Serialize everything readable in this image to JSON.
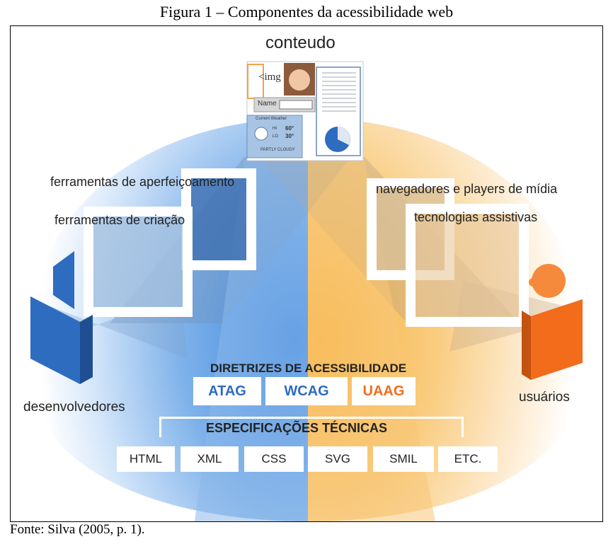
{
  "caption": "Figura 1 – Componentes da acessibilidade web",
  "source": "Fonte: Silva (2005, p. 1).",
  "diagram": {
    "content_label": "conteudo",
    "content_items": {
      "img_tag": "<img",
      "name_field": "Name",
      "weather_title": "Current Weather",
      "weather_temp_high": "60°",
      "weather_temp_low": "30°",
      "weather_hi_label": "HI",
      "weather_lo_label": "LO",
      "weather_condition": "PARTLY CLOUDY"
    },
    "left_tools": [
      "ferramentas de aperfeiçoamento",
      "ferramentas de criação"
    ],
    "right_tools": [
      "navegadores e players de mídia",
      "tecnologias assistivas"
    ],
    "developers_label": "desenvolvedores",
    "users_label": "usuários",
    "guidelines_title": "DIRETRIZES DE ACESSIBILIDADE",
    "guidelines": [
      "ATAG",
      "WCAG",
      "UAAG"
    ],
    "specs_title": "ESPECIFICAÇÕES TÉCNICAS",
    "specs": [
      "HTML",
      "XML",
      "CSS",
      "SVG",
      "SMIL",
      "ETC."
    ],
    "colors": {
      "blue": "#2e6cbf",
      "orange": "#f26c1c",
      "blue_light": "#a9cbf0",
      "orange_light": "#f8c978"
    }
  }
}
